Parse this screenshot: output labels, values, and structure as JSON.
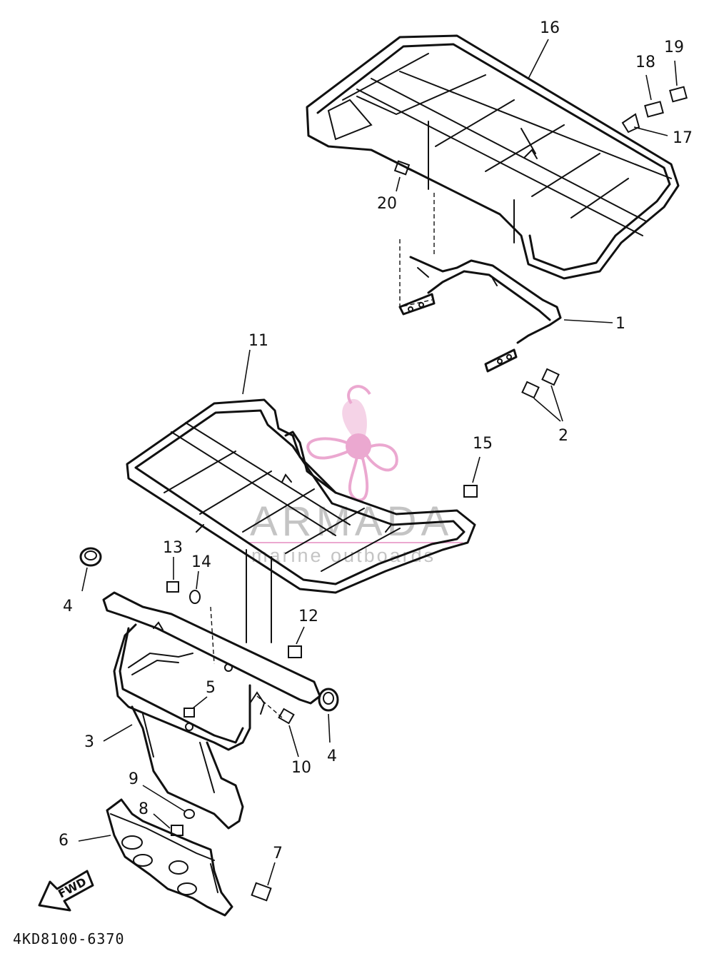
{
  "diagram_code": "4KD8100-6370",
  "watermark": {
    "title": "ARMADA",
    "subtitle": "marine outboards",
    "color": "#e89ac8",
    "text_color": "#8a8a8a"
  },
  "direction_arrow": {
    "label": "FWD",
    "icon": "fwd-arrow-icon"
  },
  "callouts": {
    "c1": "1",
    "c2": "2",
    "c3": "3",
    "c4a": "4",
    "c4b": "4",
    "c5": "5",
    "c6": "6",
    "c7": "7",
    "c8": "8",
    "c9": "9",
    "c10": "10",
    "c11": "11",
    "c12": "12",
    "c13": "13",
    "c14": "14",
    "c15": "15",
    "c16": "16",
    "c17": "17",
    "c18": "18",
    "c19": "19",
    "c20": "20"
  }
}
